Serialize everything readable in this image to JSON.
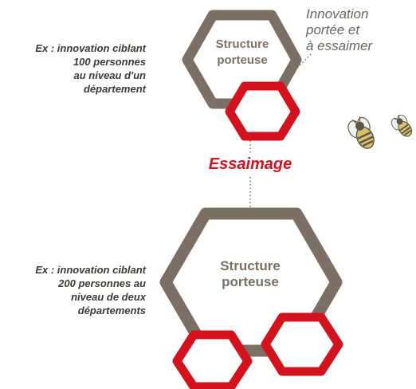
{
  "top_block": {
    "example_lines": [
      "Ex : innovation ciblant",
      "100 personnes",
      "au niveau d'un",
      "département"
    ],
    "structure_label_lines": [
      "Structure",
      "porteuse"
    ]
  },
  "note_lines": [
    "Innovation",
    "portée et",
    "à essaimer"
  ],
  "center_label": "Essaimage",
  "bottom_block": {
    "example_lines": [
      "Ex : innovation ciblant",
      "200 personnes au",
      "niveau de deux",
      "départements"
    ],
    "structure_label_lines": [
      "Structure",
      "porteuse"
    ]
  },
  "colors": {
    "structure_hex": "#7b7063",
    "innovation_hex": "#d4121e",
    "text_dark": "#3d3a36",
    "note_text": "#6a6661"
  },
  "icons": [
    "bee-icon",
    "bee-icon"
  ]
}
